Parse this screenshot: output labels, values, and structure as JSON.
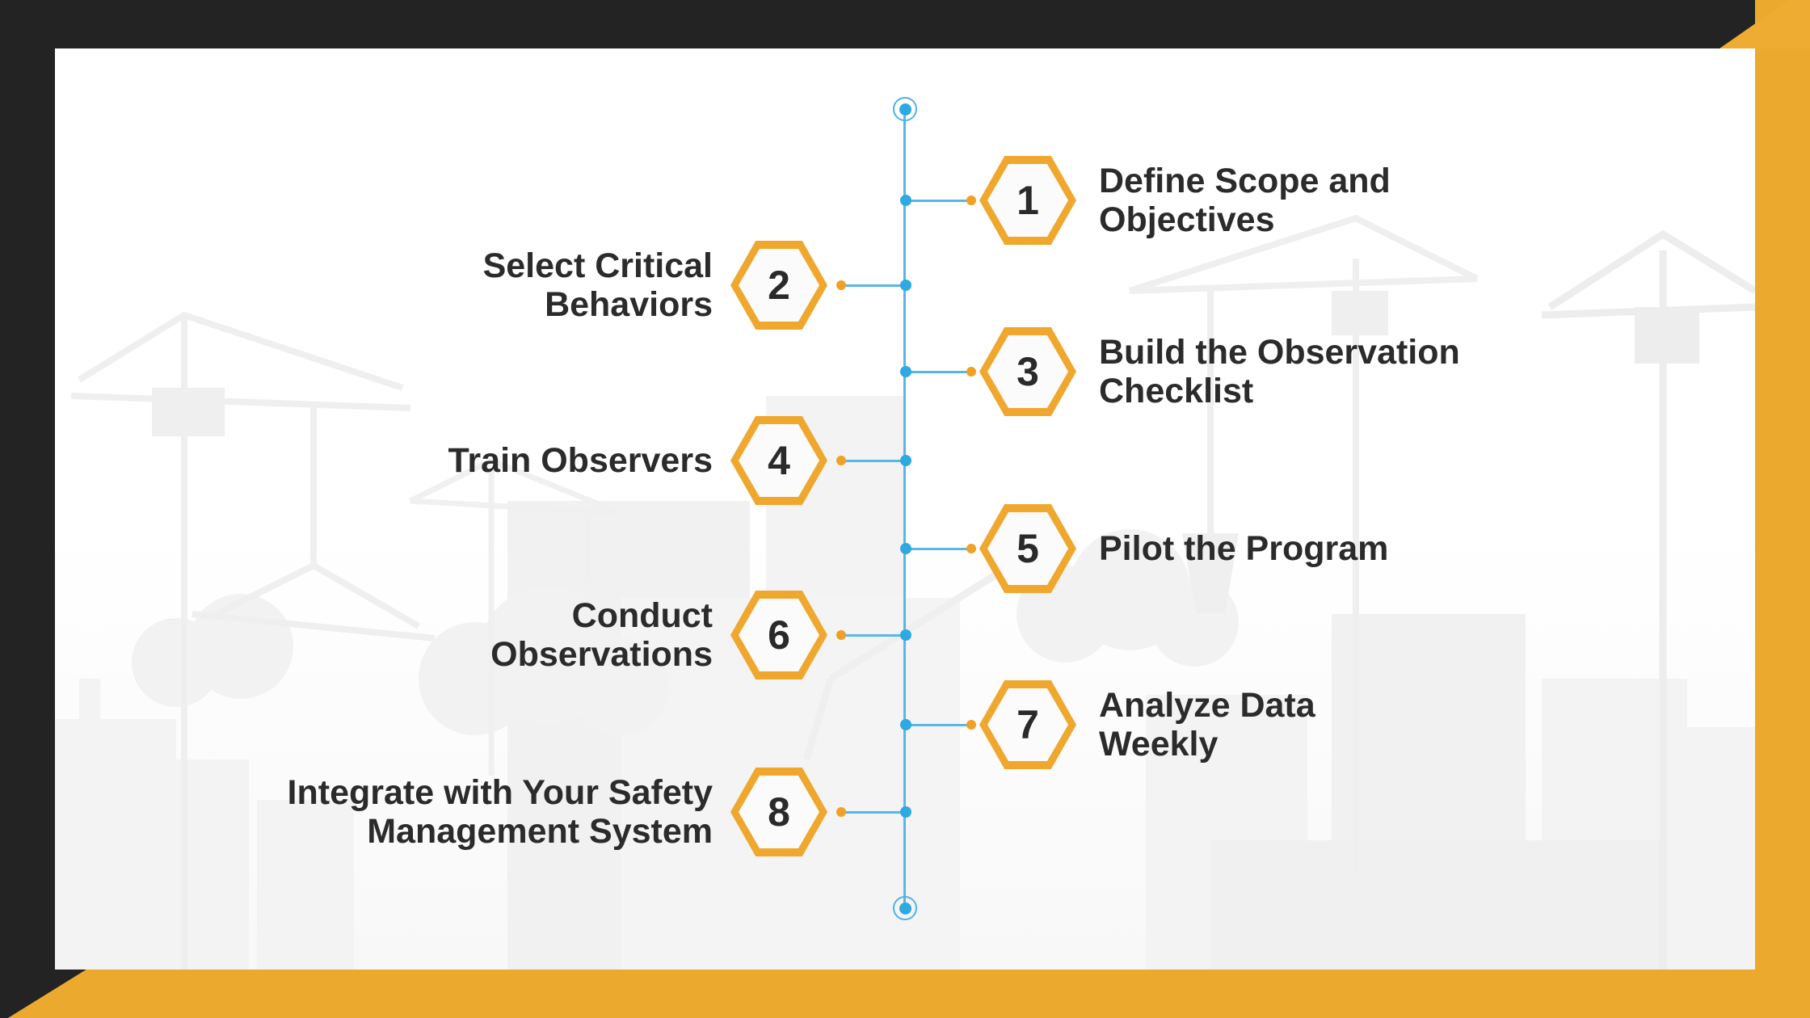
{
  "colors": {
    "frame_dark": "#232323",
    "band_yellow": "#EBAA2D",
    "hex_border_yellow": "#F0A72E",
    "hex_fill": "#FBFBFB",
    "timeline_blue": "#58B6E8",
    "node_blue": "#2EA9E1",
    "node_orange": "#F0A125",
    "text_dark": "#2B2B2B",
    "panel_white": "#FFFFFF"
  },
  "timeline": {
    "steps": [
      {
        "num": "1",
        "side": "right",
        "label": "Define Scope and\nObjectives"
      },
      {
        "num": "2",
        "side": "left",
        "label": "Select Critical\nBehaviors"
      },
      {
        "num": "3",
        "side": "right",
        "label": "Build the Observation\nChecklist"
      },
      {
        "num": "4",
        "side": "left",
        "label": "Train Observers"
      },
      {
        "num": "5",
        "side": "right",
        "label": "Pilot the Program"
      },
      {
        "num": "6",
        "side": "left",
        "label": "Conduct\nObservations"
      },
      {
        "num": "7",
        "side": "right",
        "label": "Analyze Data\nWeekly"
      },
      {
        "num": "8",
        "side": "left",
        "label": "Integrate with Your Safety\nManagement System"
      }
    ]
  }
}
